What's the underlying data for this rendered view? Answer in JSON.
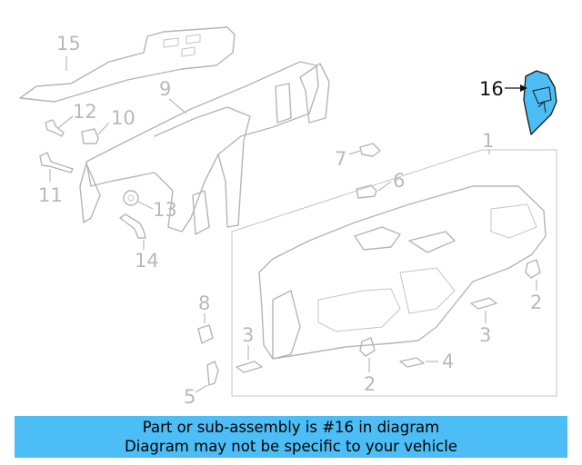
{
  "callouts": {
    "c1": "1",
    "c2a": "2",
    "c2b": "2",
    "c3a": "3",
    "c3b": "3",
    "c4": "4",
    "c5": "5",
    "c6": "6",
    "c7": "7",
    "c8": "8",
    "c9": "9",
    "c10": "10",
    "c11": "11",
    "c12": "12",
    "c13": "13",
    "c14": "14",
    "c15": "15",
    "c16": "16"
  },
  "highlight_color": "#4dbdf5",
  "banner": {
    "line1": "Part or sub-assembly is #16 in diagram",
    "line2": "Diagram may not be specific to your vehicle"
  }
}
